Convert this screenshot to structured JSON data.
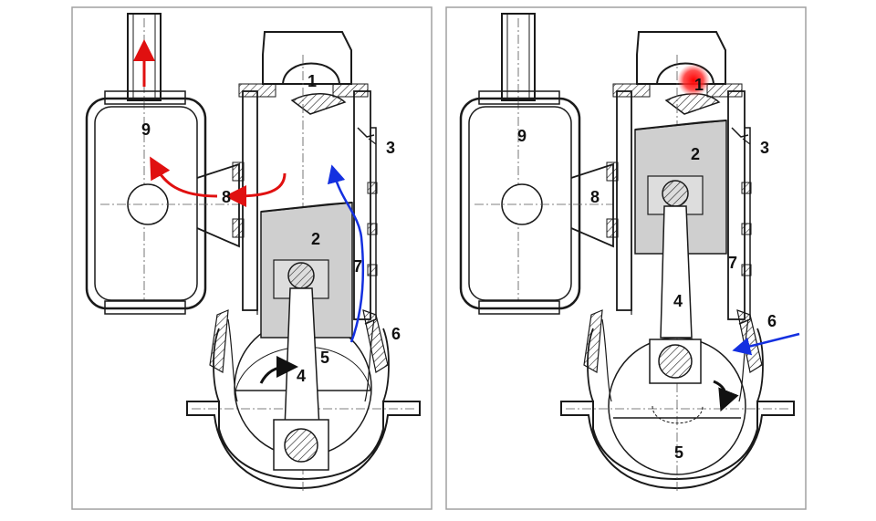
{
  "panels": [
    {
      "id": "left",
      "phase": "exhaust-and-scavenge",
      "labels": {
        "n1": "1",
        "n2": "2",
        "n3": "3",
        "n4": "4",
        "n5": "5",
        "n6": "6",
        "n7": "7",
        "n8": "8",
        "n9": "9"
      },
      "flows": [
        "exhaust-up-red",
        "exhaust-into-silencer-red",
        "scavenge-transfer-blue",
        "crank-rotation-black"
      ]
    },
    {
      "id": "right",
      "phase": "ignition-and-intake",
      "labels": {
        "n1": "1",
        "n2": "2",
        "n3": "3",
        "n4": "4",
        "n5": "5",
        "n6": "6",
        "n7": "7",
        "n8": "8",
        "n9": "9"
      },
      "flows": [
        "ignition-red",
        "intake-blue",
        "crank-rotation-black"
      ]
    }
  ],
  "colors": {
    "line": "#1a1a1a",
    "piston_fill": "#cfcfcf",
    "exhaust_arrow": "#e01010",
    "intake_arrow": "#1430e0",
    "rotation_arrow": "#111111",
    "ignition": "#e01010",
    "frame": "#a0a0a0"
  },
  "icons": {
    "exhaust": "red-arrow-icon",
    "intake": "blue-arrow-icon",
    "rotation": "curved-arrow-icon",
    "ignition": "spark-icon"
  }
}
